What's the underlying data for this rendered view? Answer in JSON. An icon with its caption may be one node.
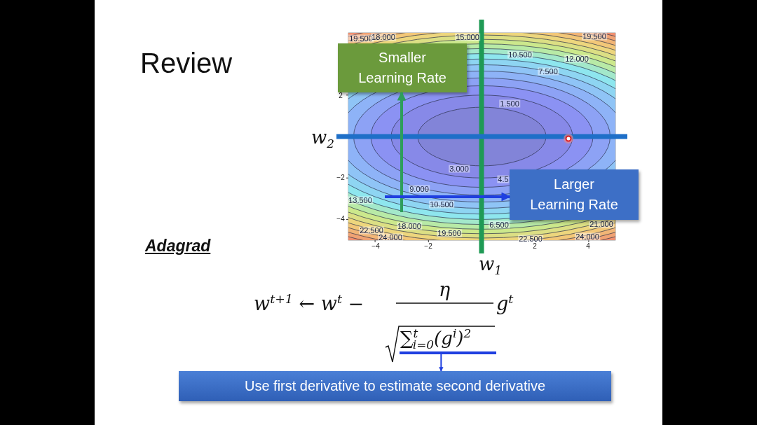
{
  "diagram": {
    "title": "Review",
    "nodes": [
      {
        "text": [
          "Smaller Learning Rate"
        ]
      },
      {
        "text": [
          "Larger Learning Rate"
        ]
      },
      {
        "text": [
          "Use first derivative to estimate second derivative"
        ]
      },
      {
        "text": [],
        "shape": "bar"
      }
    ],
    "edges": [
      {
        "from": null,
        "to": 0,
        "arrow": "to",
        "color": "#2e9e5b"
      },
      {
        "from": null,
        "to": 1,
        "arrow": "to"
      },
      {
        "from": 3,
        "to": 2,
        "arrow": "to"
      }
    ],
    "labels": [
      "19.500",
      "18.000",
      "15.000",
      "19.500",
      "10.500",
      "12.000",
      "7.500",
      "1.500",
      "3.000",
      "4.5",
      "9.000",
      "13.500",
      "10.500",
      "18.000",
      "6.500",
      "21.000",
      "22.500",
      "24.000",
      "19.500",
      "22.500",
      "24.000",
      "2",
      "−2",
      "−4",
      "−4",
      "−2",
      "2",
      "4",
      "w$_{2}$",
      "w$_{1}$",
      "Adagrad",
      "w$^{t+1}$ ← w$^{t}$ −",
      "η",
      "∑$^{t}$$_{i=0}$(g$^{i}$)$^{2}$",
      "g$^{t}$"
    ]
  }
}
